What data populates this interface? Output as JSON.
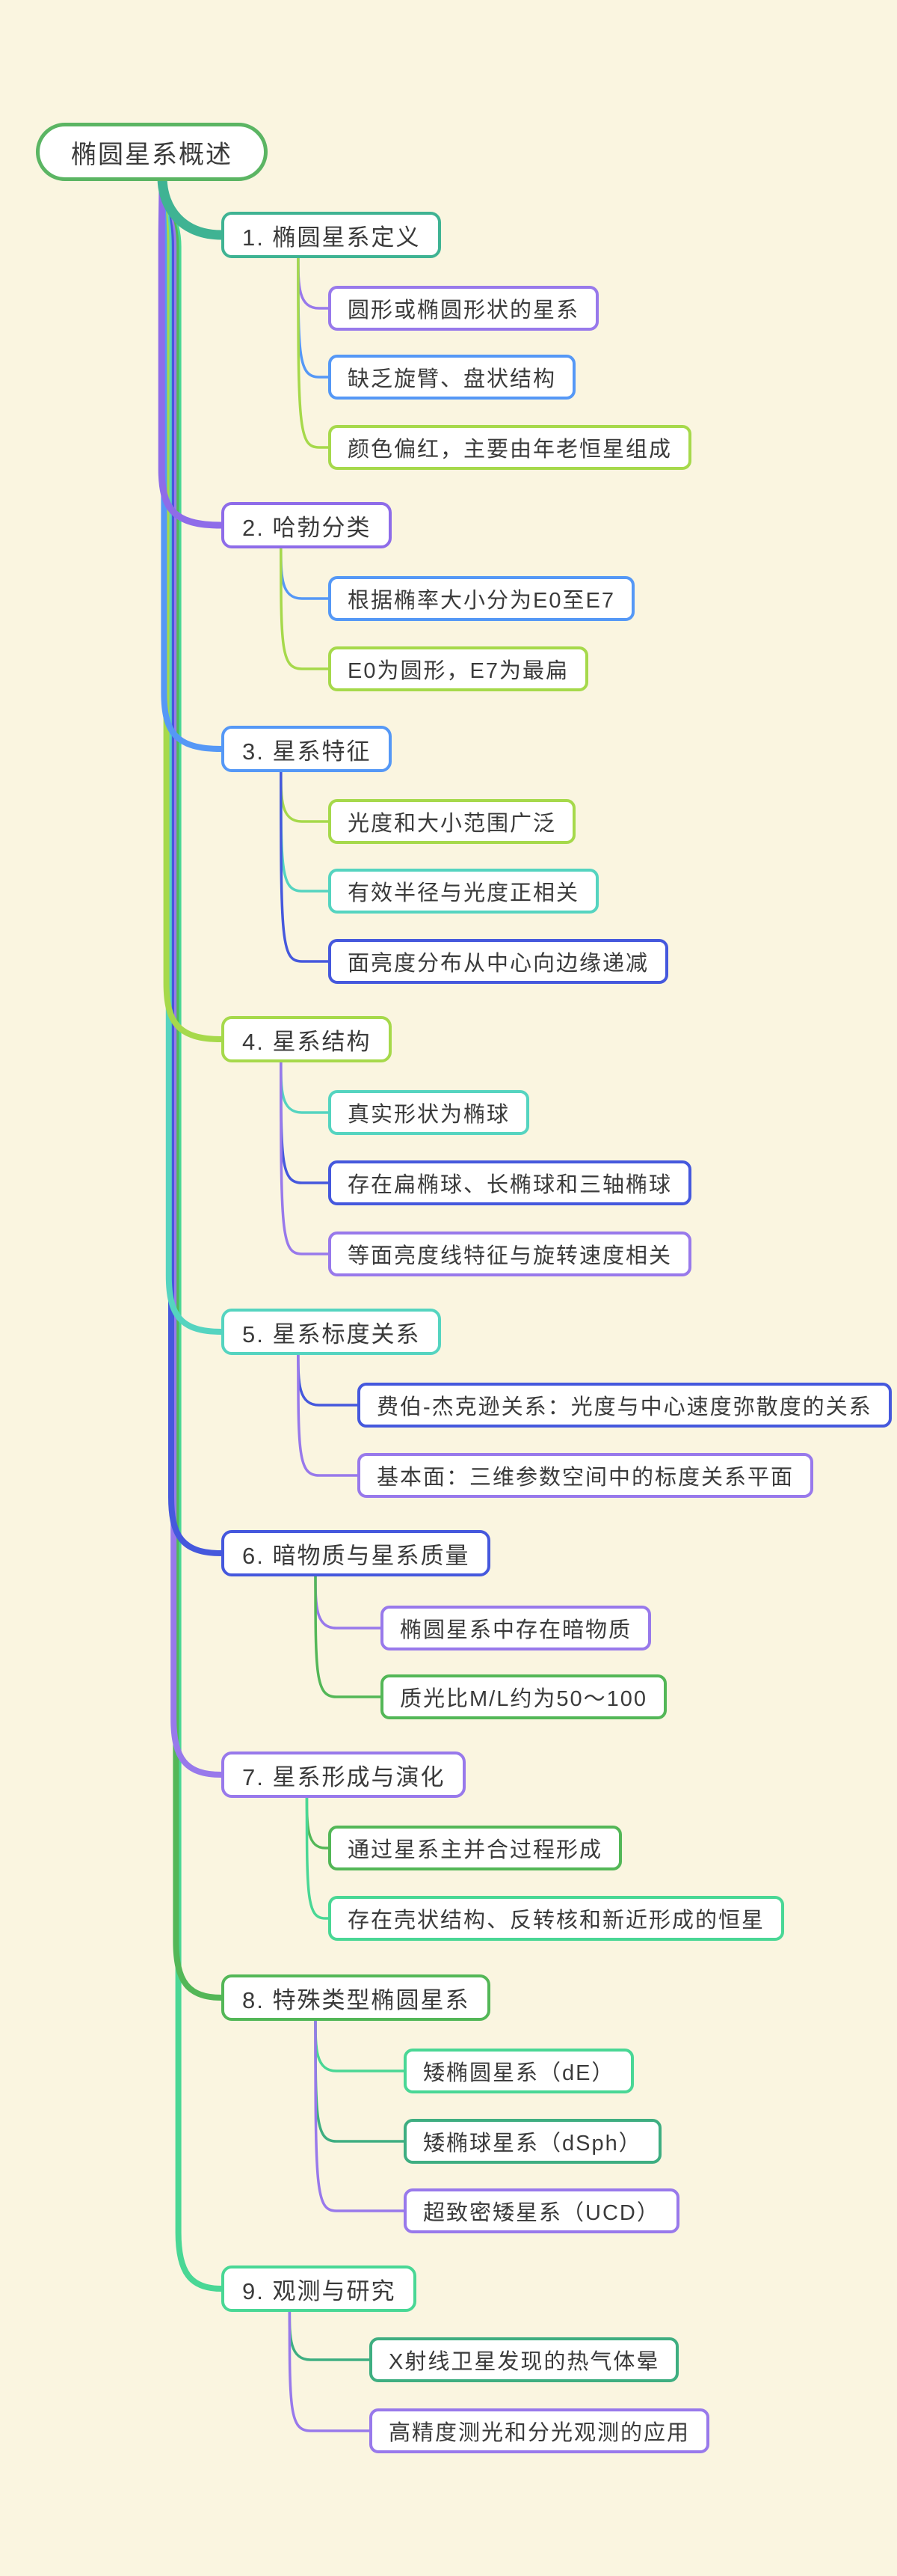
{
  "canvas": {
    "background_color": "#FAF5E0"
  },
  "root": {
    "label": "椭圆星系概述",
    "color": "#5BB563"
  },
  "branches": [
    {
      "label": "1. 椭圆星系定义",
      "color": "#3FB393",
      "children": [
        {
          "label": "圆形或椭圆形状的星系",
          "color": "#9879EB"
        },
        {
          "label": "缺乏旋臂、盘状结构",
          "color": "#5598F6"
        },
        {
          "label": "颜色偏红，主要由年老恒星组成",
          "color": "#A6D94B"
        }
      ]
    },
    {
      "label": "2. 哈勃分类",
      "color": "#8E6CE9",
      "children": [
        {
          "label": "根据椭率大小分为E0至E7",
          "color": "#5598F6"
        },
        {
          "label": "E0为圆形，E7为最扁",
          "color": "#A6D94B"
        }
      ]
    },
    {
      "label": "3. 星系特征",
      "color": "#5598F6",
      "children": [
        {
          "label": "光度和大小范围广泛",
          "color": "#A6D94B"
        },
        {
          "label": "有效半径与光度正相关",
          "color": "#55D4C0"
        },
        {
          "label": "面亮度分布从中心向边缘递减",
          "color": "#4558DD"
        }
      ]
    },
    {
      "label": "4. 星系结构",
      "color": "#A6D94B",
      "children": [
        {
          "label": "真实形状为椭球",
          "color": "#55D4C0"
        },
        {
          "label": "存在扁椭球、长椭球和三轴椭球",
          "color": "#4558DD"
        },
        {
          "label": "等面亮度线特征与旋转速度相关",
          "color": "#9879EB"
        }
      ]
    },
    {
      "label": "5. 星系标度关系",
      "color": "#55D4C0",
      "children": [
        {
          "label": "费伯-杰克逊关系：光度与中心速度弥散度的关系",
          "color": "#4558DD"
        },
        {
          "label": "基本面：三维参数空间中的标度关系平面",
          "color": "#9879EB"
        }
      ]
    },
    {
      "label": "6. 暗物质与星系质量",
      "color": "#4558DD",
      "children": [
        {
          "label": "椭圆星系中存在暗物质",
          "color": "#9879EB"
        },
        {
          "label": "质光比M/L约为50～100",
          "color": "#53B757"
        }
      ]
    },
    {
      "label": "7. 星系形成与演化",
      "color": "#9879EB",
      "children": [
        {
          "label": "通过星系主并合过程形成",
          "color": "#53B757"
        },
        {
          "label": "存在壳状结构、反转核和新近形成的恒星",
          "color": "#49D795"
        }
      ]
    },
    {
      "label": "8. 特殊类型椭圆星系",
      "color": "#53B757",
      "children": [
        {
          "label": "矮椭圆星系（dE）",
          "color": "#49D795"
        },
        {
          "label": "矮椭球星系（dSph）",
          "color": "#3EAE81"
        },
        {
          "label": "超致密矮星系（UCD）",
          "color": "#9879EB"
        }
      ]
    },
    {
      "label": "9. 观测与研究",
      "color": "#49D795",
      "children": [
        {
          "label": "X射线卫星发现的热气体晕",
          "color": "#3EAE81"
        },
        {
          "label": "高精度测光和分光观测的应用",
          "color": "#9879EB"
        }
      ]
    }
  ]
}
